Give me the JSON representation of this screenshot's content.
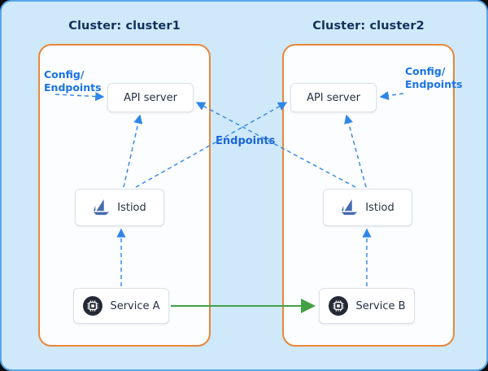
{
  "clusters": [
    {
      "title": "Cluster: cluster1",
      "api_server_label": "API server",
      "istiod_label": "Istiod",
      "service_label": "Service A"
    },
    {
      "title": "Cluster: cluster2",
      "api_server_label": "API server",
      "istiod_label": "Istiod",
      "service_label": "Service B"
    }
  ],
  "annotations": {
    "config_endpoints_left": "Config/\nEndpoints",
    "config_endpoints_right": "Config/\nEndpoints",
    "endpoints_center": "Endpoints"
  },
  "colors": {
    "panel_bg": "#cfe9fb",
    "panel_border": "#58a6e8",
    "cluster_border": "#e8873a",
    "cluster_bg": "#fcfdfe",
    "node_border": "#dde2e8",
    "title_text": "#13305c",
    "annotation_blue": "#1a73e8",
    "arrow_blue": "#2f86e8",
    "arrow_green": "#43a047",
    "istio_blue": "#466bb0",
    "chip_dark": "#242a35"
  }
}
